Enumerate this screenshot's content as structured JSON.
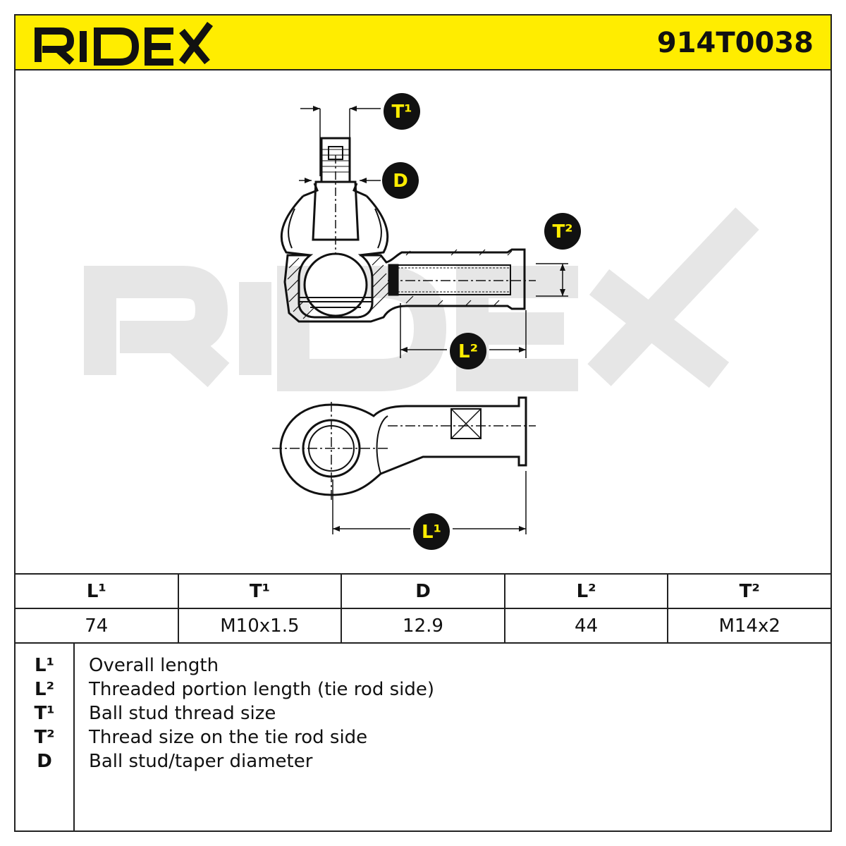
{
  "header": {
    "brand": "RIDEX",
    "part_number": "914T0038"
  },
  "watermark": "RIDEX",
  "drawing": {
    "labels": {
      "t1": "T¹",
      "d": "D",
      "t2": "T²",
      "l2": "L²",
      "l1": "L¹"
    },
    "colors": {
      "label_bubble": "#111111",
      "label_text": "#ffed00",
      "accent": "#ffed00"
    }
  },
  "spec_table": {
    "headers": [
      "L¹",
      "T¹",
      "D",
      "L²",
      "T²"
    ],
    "values": [
      "74",
      "M10x1.5",
      "12.9",
      "44",
      "M14x2"
    ]
  },
  "legend": {
    "items": [
      {
        "key": "L¹",
        "desc": "Overall length"
      },
      {
        "key": "L²",
        "desc": "Threaded portion length (tie rod side)"
      },
      {
        "key": "T¹",
        "desc": "Ball stud thread size"
      },
      {
        "key": "T²",
        "desc": "Thread size on the tie rod side"
      },
      {
        "key": "D",
        "desc": "Ball stud/taper diameter"
      }
    ]
  }
}
